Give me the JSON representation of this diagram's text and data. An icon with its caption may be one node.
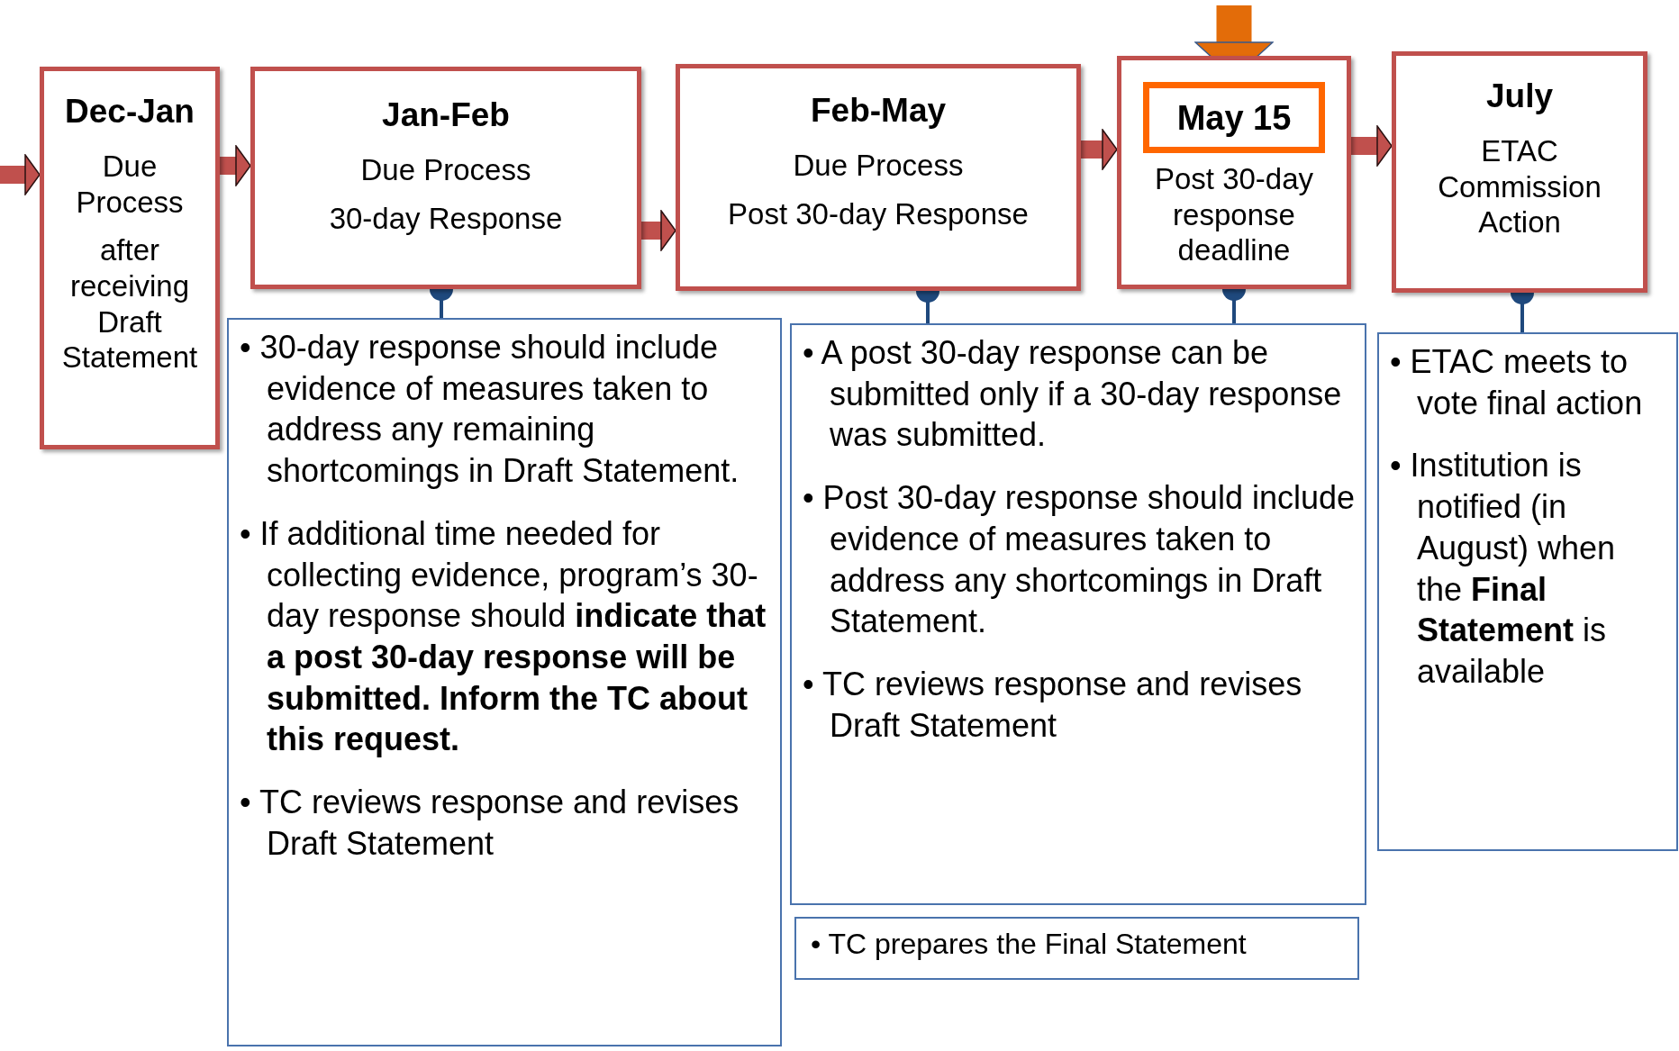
{
  "diagram": {
    "nodes": [
      {
        "text": [
          "Dec-Jan",
          "Due Process",
          "after receiving Draft Statement"
        ]
      },
      {
        "text": [
          "Jan-Feb",
          "Due Process",
          "30-day Response"
        ]
      },
      {
        "text": [
          "Feb-May",
          "Due Process",
          "Post 30-day Response"
        ]
      },
      {
        "text": [
          "Post 30-day response deadline"
        ]
      },
      {
        "text": [
          "May 15"
        ],
        "in": 3
      },
      {
        "text": [
          "July",
          "ETAC Commission Action"
        ]
      },
      {
        "text": [
          "• 30-day response should include evidence of measures taken to address any remaining shortcomings in Draft Statement.",
          "• If additional time needed for collecting evidence, program’s 30-day response should **indicate that a post 30-day response will be submitted. Inform the TC about this request.**",
          "• TC reviews response and revises Draft Statement"
        ]
      },
      {
        "text": [
          "• A post 30-day response can be submitted only if a 30-day response was submitted.",
          "• Post 30-day response should include evidence of measures taken to address any shortcomings in Draft Statement.",
          "• TC reviews response and revises Draft Statement"
        ]
      },
      {
        "text": [
          "• TC prepares the Final Statement"
        ]
      },
      {
        "text": [
          "• ETAC meets to vote final action",
          "• Institution is notified (in August) when the **Final Statement** is available"
        ]
      }
    ],
    "edges": [
      {
        "from": null,
        "to": 0,
        "arrow": "to"
      },
      {
        "from": 0,
        "to": 1,
        "arrow": "to"
      },
      {
        "from": 1,
        "to": 2,
        "arrow": "to"
      },
      {
        "from": 2,
        "to": 3,
        "arrow": "to"
      },
      {
        "from": 3,
        "to": 5,
        "arrow": "to"
      },
      {
        "from": null,
        "to": 4,
        "arrow": "to",
        "style": "thick",
        "color": "#e36c09"
      },
      {
        "from": 1,
        "to": 6,
        "arrow": "other",
        "color": "#1f497d"
      },
      {
        "from": 2,
        "to": 7,
        "arrow": "other",
        "color": "#1f497d"
      },
      {
        "from": 3,
        "to": 7,
        "arrow": "other",
        "color": "#1f497d"
      },
      {
        "from": 5,
        "to": 9,
        "arrow": "other",
        "color": "#1f497d"
      }
    ]
  }
}
